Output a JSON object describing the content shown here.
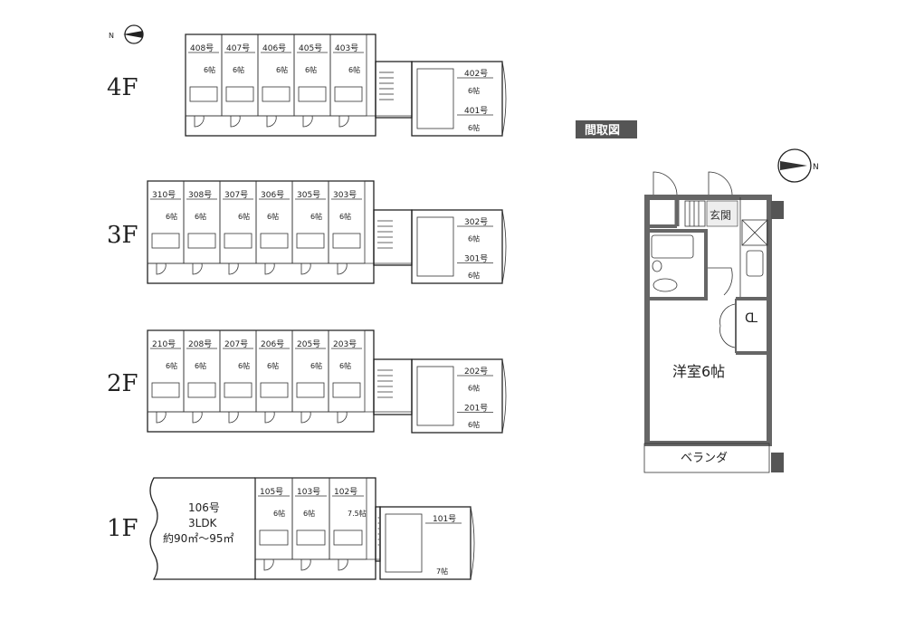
{
  "compass_label": "N",
  "floors": [
    {
      "name": "4F",
      "units": [
        "408号",
        "407号",
        "406号",
        "405号",
        "403号"
      ],
      "unit_sizes": [
        "6帖",
        "6帖",
        "6帖",
        "6帖",
        "6帖"
      ],
      "wing": [
        {
          "no": "402号",
          "size": "6帖"
        },
        {
          "no": "401号",
          "size": "6帖"
        }
      ]
    },
    {
      "name": "3F",
      "units": [
        "310号",
        "308号",
        "307号",
        "306号",
        "305号",
        "303号"
      ],
      "unit_sizes": [
        "6帖",
        "6帖",
        "6帖",
        "6帖",
        "6帖",
        "6帖"
      ],
      "wing": [
        {
          "no": "302号",
          "size": "6帖"
        },
        {
          "no": "301号",
          "size": "6帖"
        }
      ]
    },
    {
      "name": "2F",
      "units": [
        "210号",
        "208号",
        "207号",
        "206号",
        "205号",
        "203号"
      ],
      "unit_sizes": [
        "6帖",
        "6帖",
        "6帖",
        "6帖",
        "6帖",
        "6帖"
      ],
      "wing": [
        {
          "no": "202号",
          "size": "6帖"
        },
        {
          "no": "201号",
          "size": "6帖"
        }
      ]
    },
    {
      "name": "1F",
      "units": [
        "105号",
        "103号",
        "102号"
      ],
      "unit_sizes": [
        "6帖",
        "6帖",
        "7.5帖"
      ],
      "wing": [
        {
          "no": "101号",
          "size": "7帖"
        }
      ],
      "large_unit": {
        "no": "106号",
        "type": "3LDK",
        "area": "約90㎡～95㎡"
      }
    }
  ],
  "unit_plan": {
    "badge": "間取図",
    "entrance": "玄関",
    "closet": "CL",
    "room": "洋室6帖",
    "balcony": "ベランダ",
    "compass_label": "N"
  }
}
